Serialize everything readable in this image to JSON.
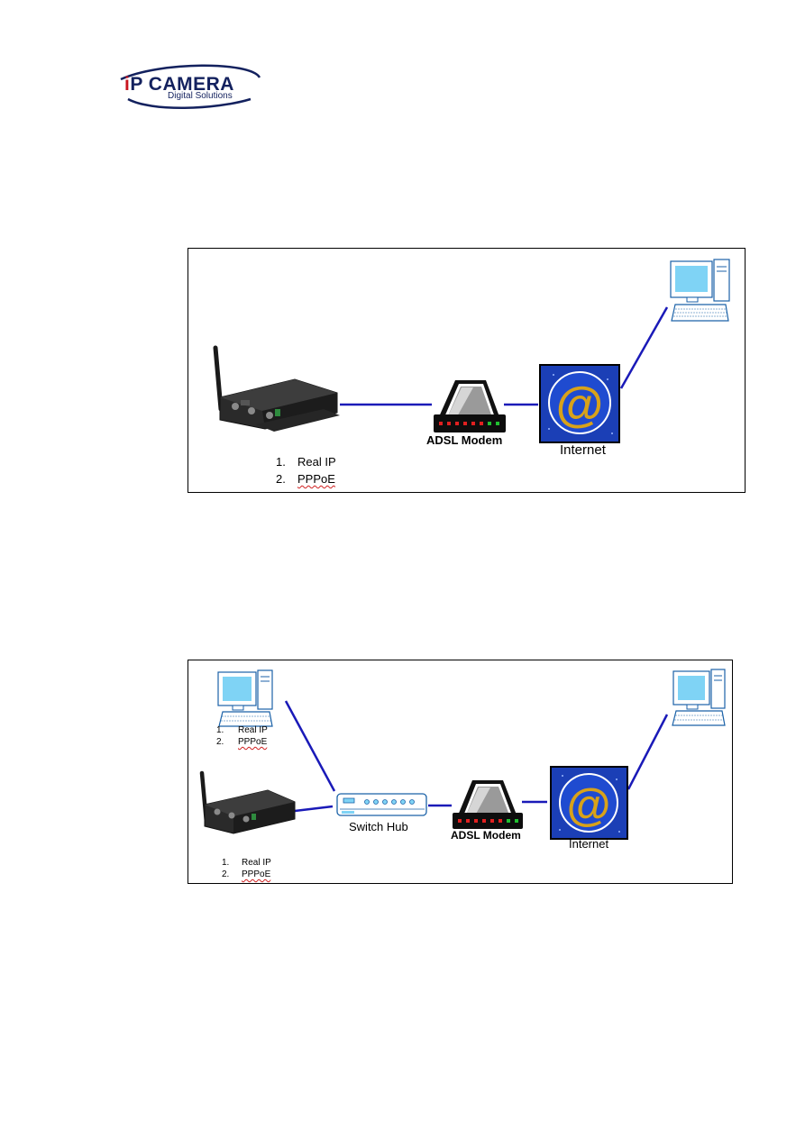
{
  "header": {
    "logo_main_prefix": "i",
    "logo_main_rest": "P CAMERA",
    "logo_sub": "Digital Solutions"
  },
  "diagram1": {
    "list": [
      {
        "num": "1.",
        "text": "Real IP"
      },
      {
        "num": "2.",
        "text": "PPPoE"
      }
    ],
    "modem_label": "ADSL Modem",
    "internet_label": "Internet"
  },
  "diagram2": {
    "pc_list": [
      {
        "num": "1.",
        "text": "Real IP"
      },
      {
        "num": "2.",
        "text": "PPPoE"
      }
    ],
    "camera_list": [
      {
        "num": "1.",
        "text": "Real IP"
      },
      {
        "num": "2.",
        "text": "PPPoE"
      }
    ],
    "switch_label": "Switch Hub",
    "modem_label": "ADSL Modem",
    "internet_label": "Internet"
  },
  "colors": {
    "link_line": "#1a1ab8",
    "internet_bg": "#1b3fb6",
    "at_sign": "#d8a21a",
    "logo_navy": "#13215e",
    "logo_red": "#c8141e",
    "monitor_screen": "#7fd3f5",
    "pc_outline": "#1b62a8"
  }
}
